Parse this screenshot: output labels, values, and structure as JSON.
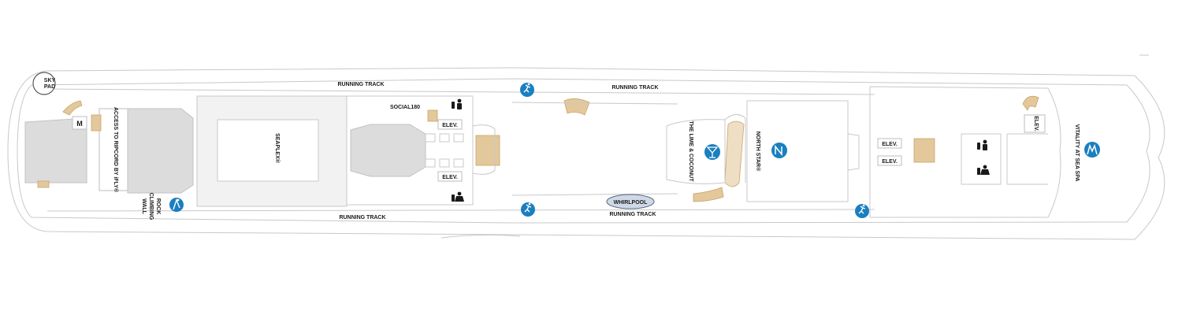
{
  "deck_labels": {
    "sky_pad_line1": "SKY",
    "sky_pad_line2": "PAD",
    "running_track": "RUNNING TRACK",
    "social180": "SOCIAL180",
    "elevator": "ELEV.",
    "access_to_ripcord": "ACCESS TO RIPCORD BY iFLY®",
    "seaplex": "SEAPLEX®",
    "rock_climbing_line1": "ROCK",
    "rock_climbing_line2": "CLIMBING",
    "rock_climbing_line3": "WALL",
    "lime_and_coconut": "THE LIME & COCONUT",
    "north_star": "NORTH STAR®",
    "whirlpool": "WHIRLPOOL",
    "vitality_spa": "VITALITY AT SEA SPA",
    "m_marker": "M"
  },
  "icons": {
    "running_track": "runner-icon",
    "rock_climbing": "climbing-icon",
    "bar": "cocktail-glass-icon",
    "north_star": "north-star-icon",
    "spa": "spa-icon",
    "restroom_men": "man-icon",
    "restroom_women": "woman-icon"
  },
  "colors": {
    "icon_blue": "#1a7fbf",
    "stairs": "#e3c89c",
    "walls": "#c8c8c8",
    "shaded_area": "#dcdcdc"
  }
}
